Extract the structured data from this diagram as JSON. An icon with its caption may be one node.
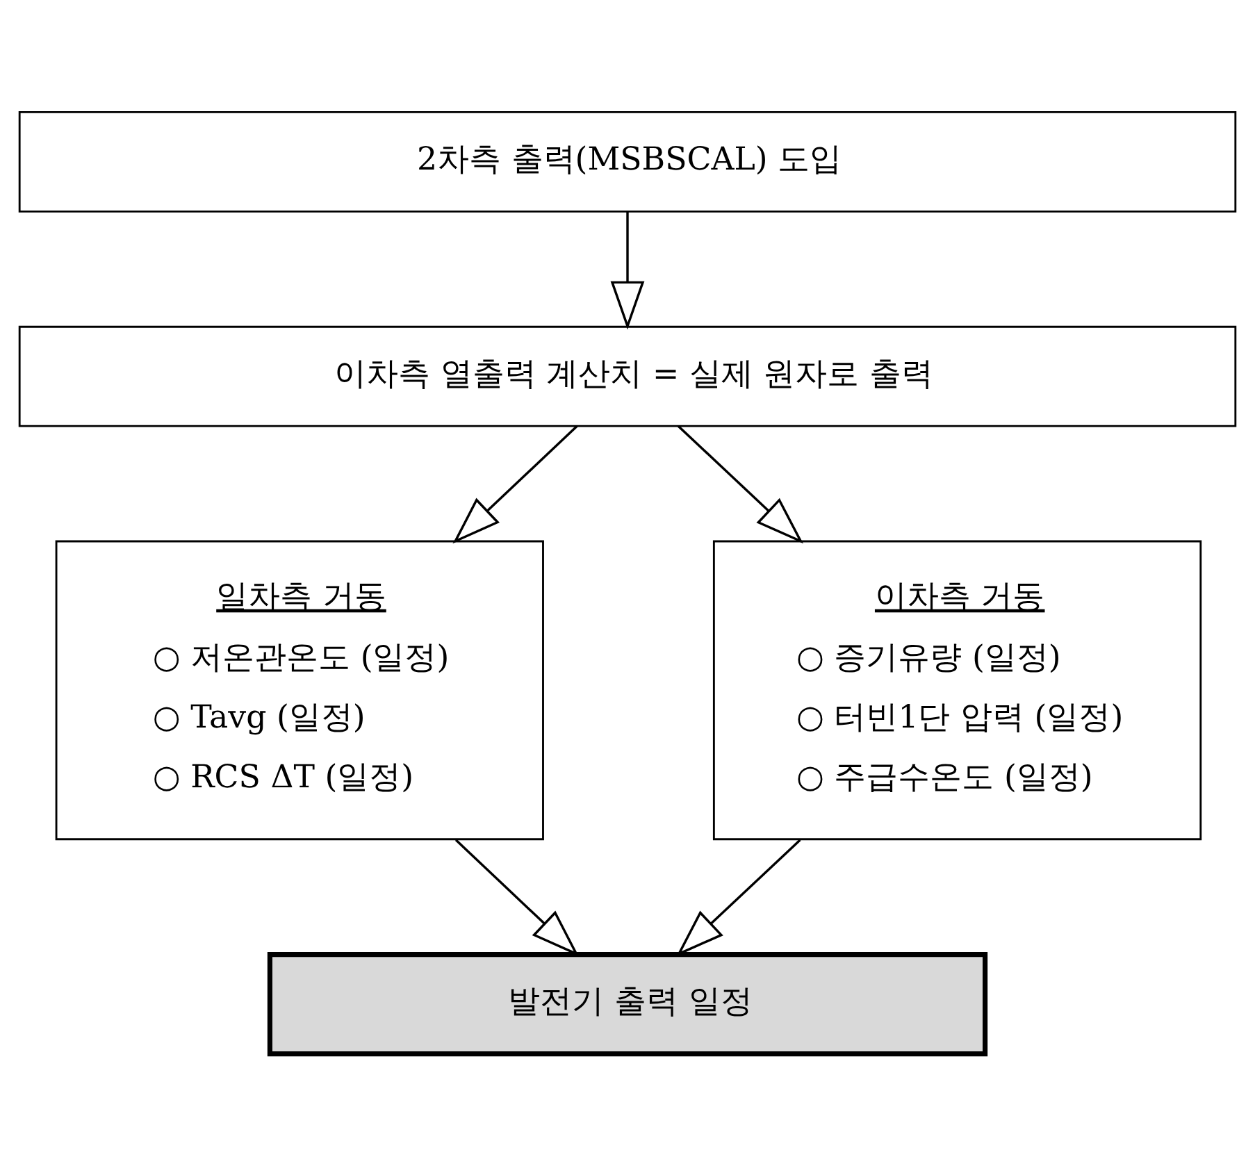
{
  "diagram": {
    "nodes": [
      {
        "text": [
          "2차측 출력(MSBSCAL) 도입"
        ]
      },
      {
        "text": [
          "이차측 열출력 계산치 = 실제 원자로 출력"
        ]
      },
      {
        "text": [
          "일차측 거동",
          "○ 저온관온도 (일정)",
          "○ Tavg (일정)",
          "○ RCS ΔT (일정)"
        ]
      },
      {
        "text": [
          "이차측 거동",
          "○ 증기유량 (일정)",
          "○ 터빈1단 압력 (일정)",
          "○ 주급수온도 (일정)"
        ]
      },
      {
        "text": [
          "발전기 출력 일정"
        ]
      }
    ],
    "edges": [
      {
        "from": 0,
        "to": 1,
        "arrow": "to"
      },
      {
        "from": 1,
        "to": 2,
        "arrow": "to"
      },
      {
        "from": 1,
        "to": 3,
        "arrow": "to"
      },
      {
        "from": 2,
        "to": 4,
        "arrow": "to"
      },
      {
        "from": 3,
        "to": 4,
        "arrow": "to"
      }
    ]
  }
}
